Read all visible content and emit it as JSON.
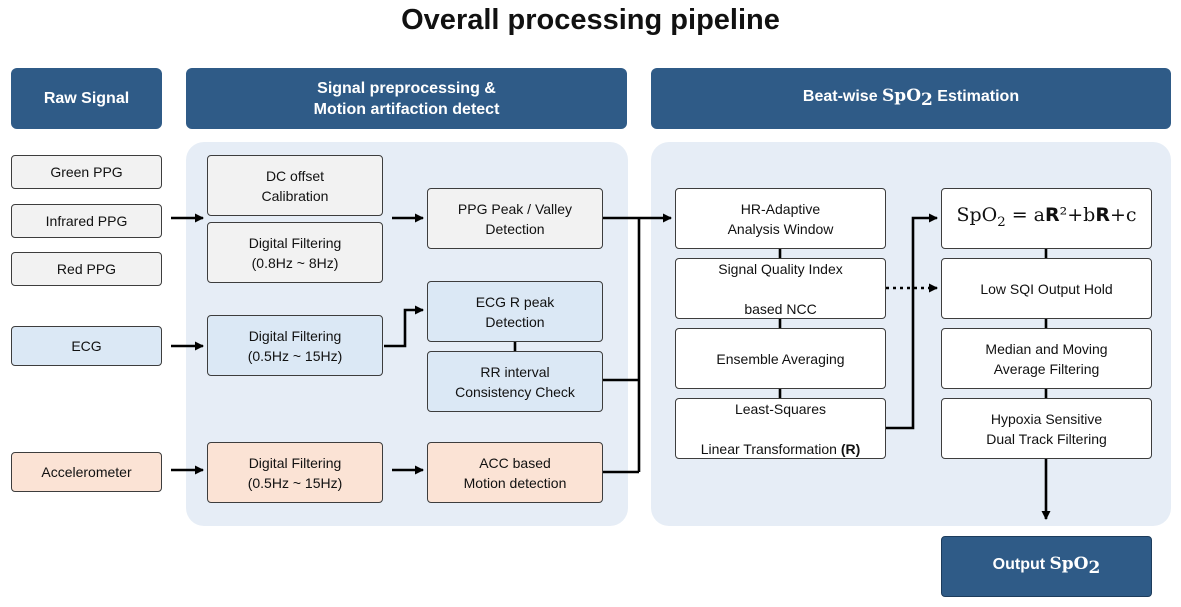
{
  "title": "Overall processing pipeline",
  "headers": {
    "raw": "Raw Signal",
    "pre_line1": "Signal preprocessing &",
    "pre_line2": "Motion artifaction detect",
    "beat_prefix": "Beat-wise ",
    "beat_sym": "SpO",
    "beat_sub": "2",
    "beat_suffix": " Estimation"
  },
  "raw_inputs": [
    "Green PPG",
    "Infrared PPG",
    "Red PPG",
    "ECG",
    "Accelerometer"
  ],
  "preprocessing": {
    "dc_offset": "DC offset\nCalibration",
    "ppg_filter": "Digital Filtering\n(0.8Hz ~ 8Hz)",
    "ecg_filter": "Digital Filtering\n(0.5Hz ~ 15Hz)",
    "acc_filter": "Digital Filtering\n(0.5Hz ~ 15Hz)",
    "ppg_peak": "PPG Peak / Valley\nDetection",
    "ecg_peak": "ECG R peak\nDetection",
    "rr_check": "RR interval\nConsistency Check",
    "acc_motion": "ACC based\nMotion detection"
  },
  "estimation": {
    "hr_window": "HR-Adaptive\nAnalysis Window",
    "sqi_line1": "Signal Quality Index",
    "sqi_line2": "based NCC",
    "ensemble": "Ensemble Averaging",
    "lsq_line1": "Least-Squares",
    "lsq_line2": "Linear Transformation ",
    "lsq_bold": "(R)",
    "formula": {
      "lhs": "SpO",
      "lhs_sub": "2",
      "eq": " = ",
      "a": "a",
      "r1": "R",
      "sq": "²",
      "plus_b": "+b",
      "r2": "R",
      "plus_c": "+c"
    },
    "low_sqi": "Low SQI Output Hold",
    "median": "Median and Moving\nAverage Filtering",
    "hypoxia": "Hypoxia Sensitive\nDual Track Filtering"
  },
  "output": {
    "prefix": "Output ",
    "sym": "SpO",
    "sub": "2"
  },
  "colors": {
    "header": "#2f5b87",
    "panel": "#e6edf6",
    "gray_box": "#f2f2f2",
    "blue_box": "#dbe8f5",
    "peach_box": "#fbe3d5"
  }
}
